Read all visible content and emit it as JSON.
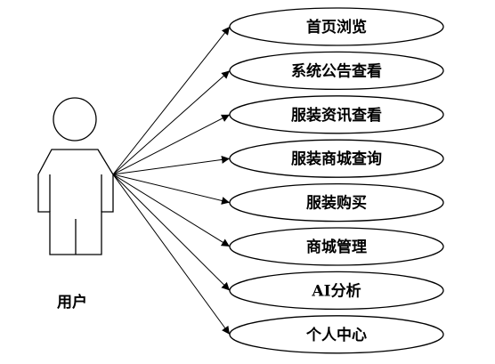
{
  "actor": {
    "label": "用户",
    "icon": "stick-figure-user-icon"
  },
  "use_cases": [
    {
      "label": "首页浏览"
    },
    {
      "label": "系统公告查看"
    },
    {
      "label": "服装资讯查看"
    },
    {
      "label": "服装商城查询"
    },
    {
      "label": "服装购买"
    },
    {
      "label": "商城管理"
    },
    {
      "label": "AI分析"
    },
    {
      "label": "个人中心"
    }
  ],
  "colors": {
    "line": "#000000",
    "fill": "#ffffff",
    "text": "#000000"
  }
}
